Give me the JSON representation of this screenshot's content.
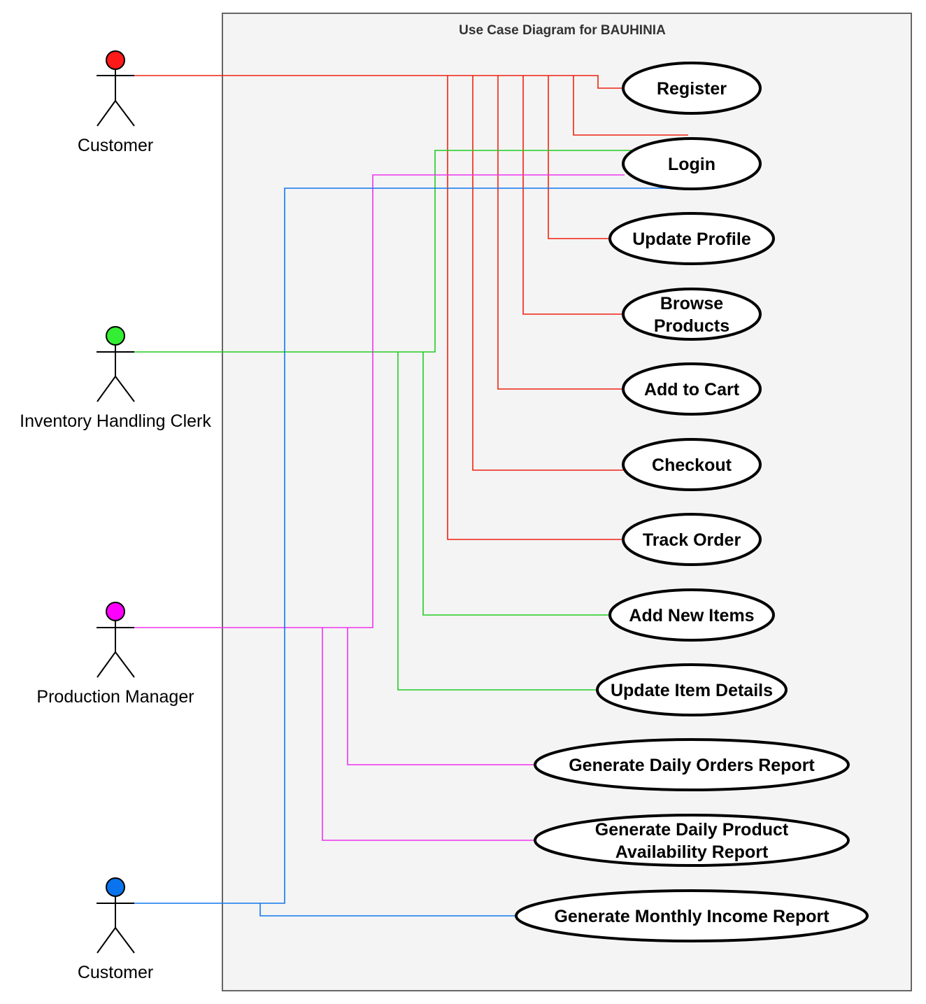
{
  "title": "Use Case Diagram for BAUHINIA",
  "colors": {
    "customer": "#ee2211",
    "clerk": "#22cc22",
    "manager": "#ee33ee",
    "customer2": "#1177ee",
    "system_fill": "#f4f4f4",
    "system_stroke": "#666666"
  },
  "actors": [
    {
      "id": "customer",
      "label": "Customer",
      "color": "#ff1a1a"
    },
    {
      "id": "clerk",
      "label": "Inventory Handling Clerk",
      "color": "#33ee33"
    },
    {
      "id": "manager",
      "label": "Production Manager",
      "color": "#ff00ff"
    },
    {
      "id": "customer2",
      "label": "Customer",
      "color": "#0a74ee"
    }
  ],
  "use_cases": [
    {
      "id": "register",
      "lines": [
        "Register"
      ]
    },
    {
      "id": "login",
      "lines": [
        "Login"
      ]
    },
    {
      "id": "update-profile",
      "lines": [
        "Update Profile"
      ]
    },
    {
      "id": "browse-products",
      "lines": [
        "Browse",
        "Products"
      ]
    },
    {
      "id": "add-to-cart",
      "lines": [
        "Add to Cart"
      ]
    },
    {
      "id": "checkout",
      "lines": [
        "Checkout"
      ]
    },
    {
      "id": "track-order",
      "lines": [
        "Track Order"
      ]
    },
    {
      "id": "add-new-items",
      "lines": [
        "Add New Items"
      ]
    },
    {
      "id": "update-item-details",
      "lines": [
        "Update Item Details"
      ]
    },
    {
      "id": "daily-orders-report",
      "lines": [
        "Generate Daily Orders Report"
      ]
    },
    {
      "id": "daily-availability-report",
      "lines": [
        "Generate Daily Product",
        "Availability Report"
      ]
    },
    {
      "id": "monthly-income-report",
      "lines": [
        "Generate Monthly Income Report"
      ]
    }
  ],
  "associations": [
    {
      "actor": "customer",
      "use_case": "register"
    },
    {
      "actor": "customer",
      "use_case": "login"
    },
    {
      "actor": "customer",
      "use_case": "update-profile"
    },
    {
      "actor": "customer",
      "use_case": "browse-products"
    },
    {
      "actor": "customer",
      "use_case": "add-to-cart"
    },
    {
      "actor": "customer",
      "use_case": "checkout"
    },
    {
      "actor": "customer",
      "use_case": "track-order"
    },
    {
      "actor": "clerk",
      "use_case": "login"
    },
    {
      "actor": "clerk",
      "use_case": "add-new-items"
    },
    {
      "actor": "clerk",
      "use_case": "update-item-details"
    },
    {
      "actor": "manager",
      "use_case": "login"
    },
    {
      "actor": "manager",
      "use_case": "daily-orders-report"
    },
    {
      "actor": "manager",
      "use_case": "daily-availability-report"
    },
    {
      "actor": "customer2",
      "use_case": "login"
    },
    {
      "actor": "customer2",
      "use_case": "monthly-income-report"
    }
  ]
}
